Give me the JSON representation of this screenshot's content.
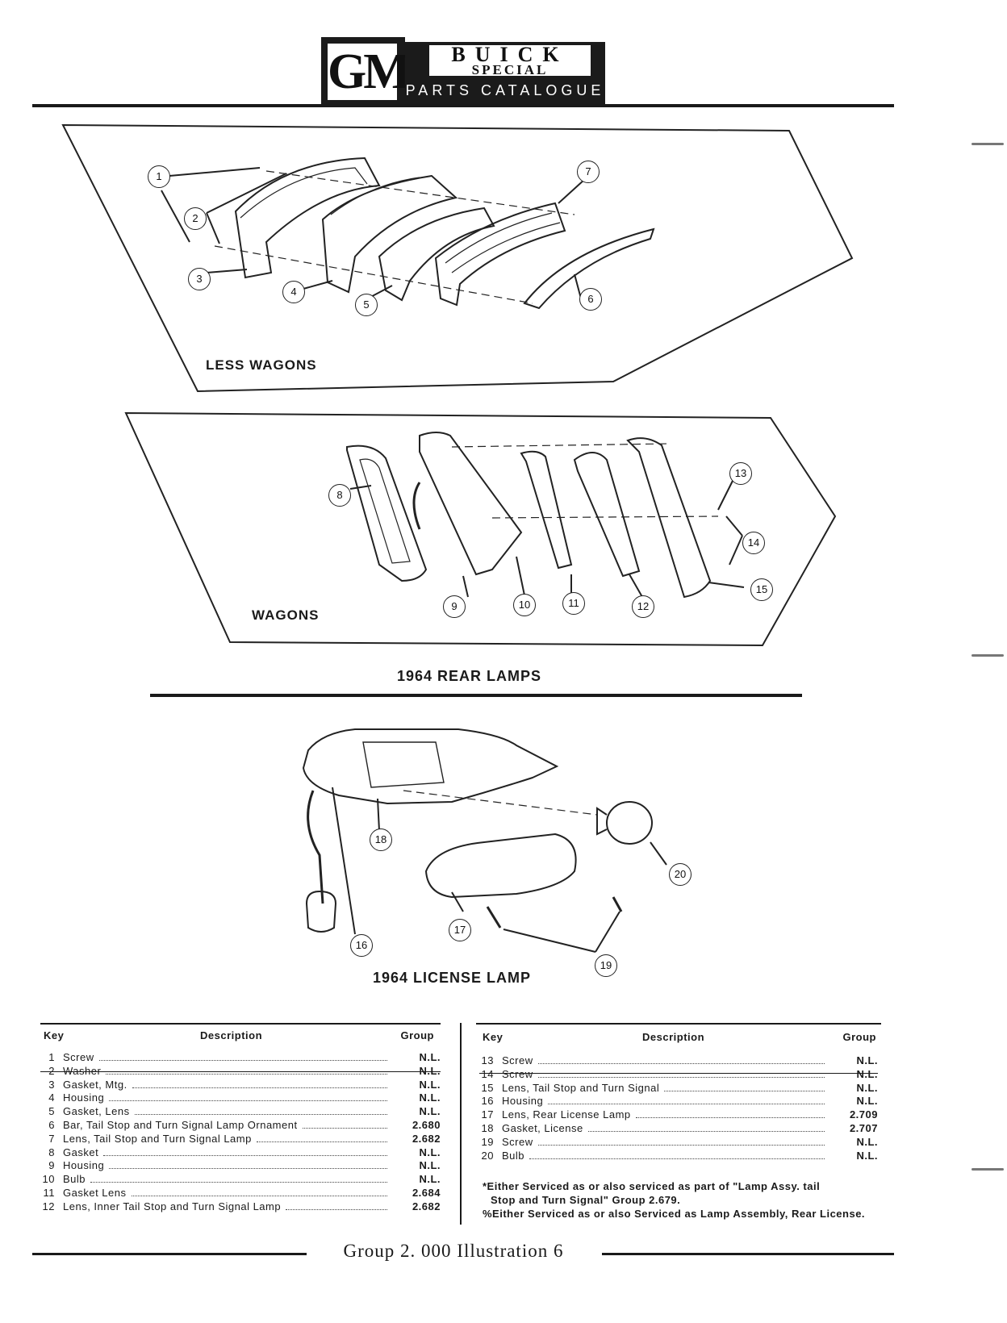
{
  "header": {
    "logo": "GM",
    "brand": "BUICK",
    "model": "SPECIAL",
    "catalogue": "PARTS CATALOGUE"
  },
  "diagrams": {
    "less_wagons_label": "LESS WAGONS",
    "wagons_label": "WAGONS",
    "rear_lamps_caption": "1964 REAR LAMPS",
    "license_lamp_caption": "1964 LICENSE LAMP",
    "callouts": [
      "1",
      "2",
      "3",
      "4",
      "5",
      "6",
      "7",
      "8",
      "9",
      "10",
      "11",
      "12",
      "13",
      "14",
      "15",
      "16",
      "17",
      "18",
      "19",
      "20"
    ]
  },
  "table_headers": {
    "key": "Key",
    "description": "Description",
    "group": "Group"
  },
  "parts_left": [
    {
      "key": "1",
      "desc": "Screw",
      "group": "N.L."
    },
    {
      "key": "2",
      "desc": "Washer",
      "group": "N.L."
    },
    {
      "key": "3",
      "desc": "Gasket, Mtg.",
      "group": "N.L."
    },
    {
      "key": "4",
      "desc": "Housing",
      "group": "N.L."
    },
    {
      "key": "5",
      "desc": "Gasket, Lens",
      "group": "N.L."
    },
    {
      "key": "6",
      "desc": "Bar, Tail Stop and Turn Signal Lamp Ornament",
      "group": "2.680"
    },
    {
      "key": "7",
      "desc": "Lens, Tail Stop and Turn Signal Lamp",
      "group": "2.682"
    },
    {
      "key": "8",
      "desc": "Gasket",
      "group": "N.L."
    },
    {
      "key": "9",
      "desc": "Housing",
      "group": "N.L."
    },
    {
      "key": "10",
      "desc": "Bulb",
      "group": "N.L."
    },
    {
      "key": "11",
      "desc": "Gasket Lens",
      "group": "2.684"
    },
    {
      "key": "12",
      "desc": "Lens, Inner Tail Stop and Turn Signal Lamp",
      "group": "2.682"
    }
  ],
  "parts_right": [
    {
      "key": "13",
      "desc": "Screw",
      "group": "N.L."
    },
    {
      "key": "14",
      "desc": "Screw",
      "group": "N.L."
    },
    {
      "key": "15",
      "desc": "Lens, Tail Stop and Turn Signal",
      "group": "N.L."
    },
    {
      "key": "16",
      "desc": "Housing",
      "group": "N.L."
    },
    {
      "key": "17",
      "desc": "Lens, Rear License Lamp",
      "group": "2.709"
    },
    {
      "key": "18",
      "desc": "Gasket, License",
      "group": "2.707"
    },
    {
      "key": "19",
      "desc": "Screw",
      "group": "N.L."
    },
    {
      "key": "20",
      "desc": "Bulb",
      "group": "N.L."
    }
  ],
  "notes": {
    "note1_line1": "*Either Serviced as or also serviced as part of \"Lamp Assy. tail",
    "note1_line2": "Stop and Turn Signal\" Group 2.679.",
    "note2": "%Either Serviced as or also Serviced as Lamp Assembly, Rear License."
  },
  "footer": "Group 2. 000  Illustration 6"
}
